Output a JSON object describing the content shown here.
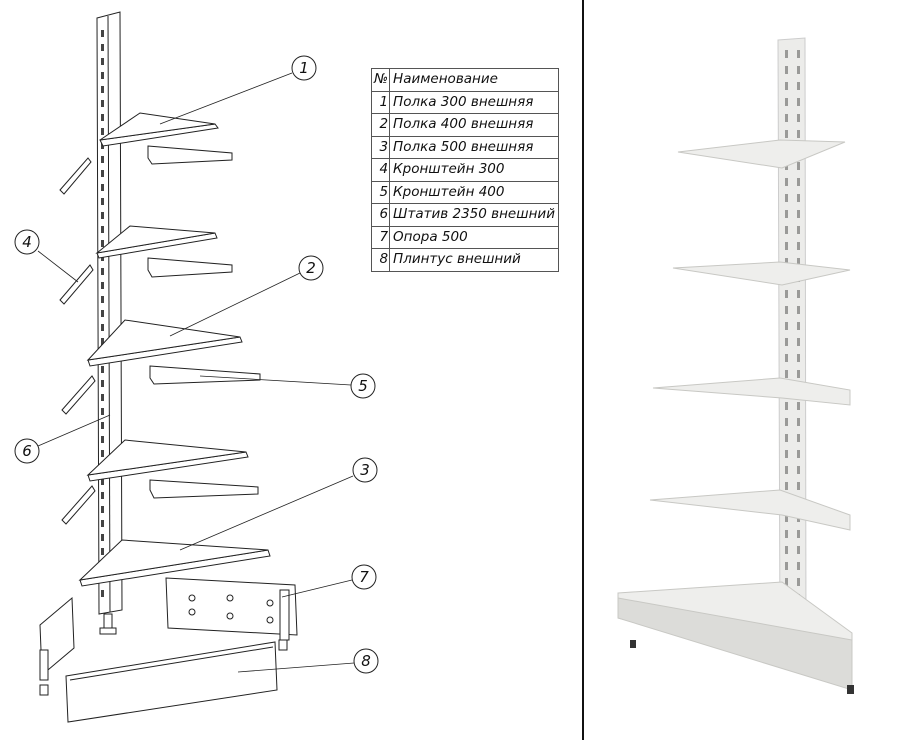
{
  "table": {
    "header": {
      "num": "№",
      "name": "Наименование"
    },
    "rows": [
      {
        "num": "1",
        "name": "Полка 300 внешняя"
      },
      {
        "num": "2",
        "name": "Полка 400 внешняя"
      },
      {
        "num": "3",
        "name": "Полка 500 внешняя"
      },
      {
        "num": "4",
        "name": "Кронштейн 300"
      },
      {
        "num": "5",
        "name": "Кронштейн 400"
      },
      {
        "num": "6",
        "name": "Штатив 2350 внешний"
      },
      {
        "num": "7",
        "name": "Опора 500"
      },
      {
        "num": "8",
        "name": "Плинтус внешний"
      }
    ]
  },
  "callouts": [
    "1",
    "2",
    "3",
    "4",
    "5",
    "6",
    "7",
    "8"
  ],
  "colors": {
    "line": "#222222",
    "photo_metal": "#e9e9e7",
    "photo_shadow": "#c9c9c6"
  }
}
